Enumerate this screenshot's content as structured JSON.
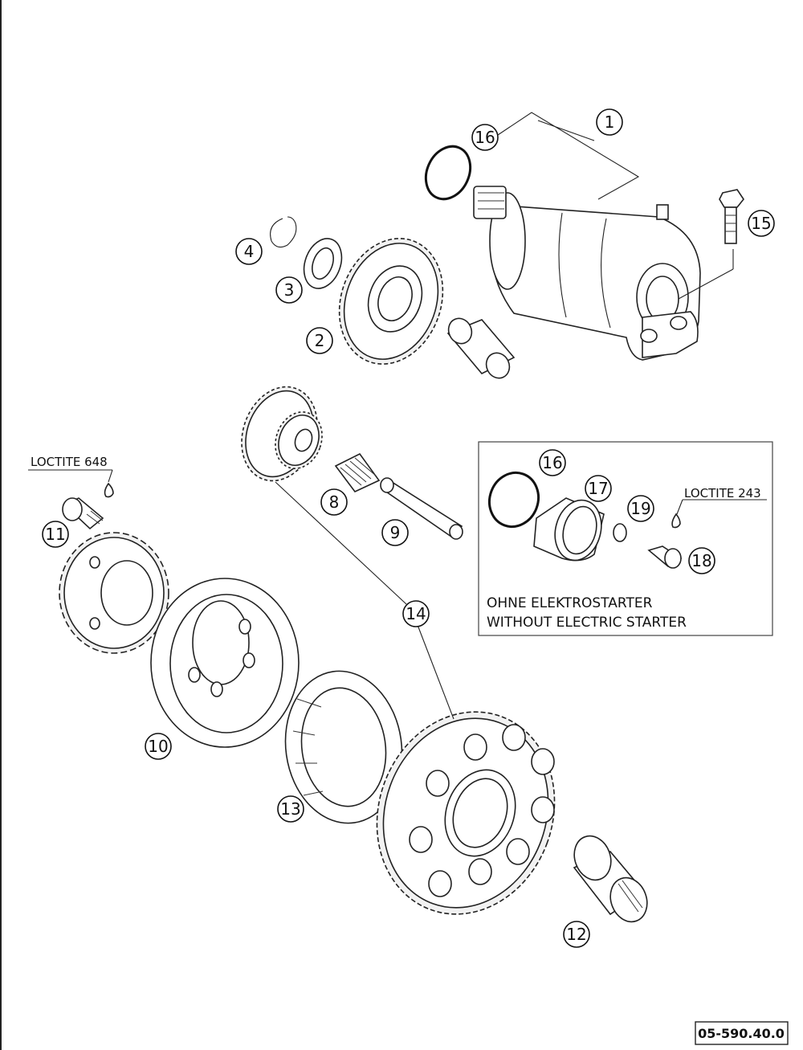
{
  "callouts": {
    "c1": "1",
    "c2": "2",
    "c3": "3",
    "c4": "4",
    "c8": "8",
    "c9": "9",
    "c10": "10",
    "c11": "11",
    "c12": "12",
    "c13": "13",
    "c14": "14",
    "c15": "15",
    "c16a": "16",
    "c16b": "16",
    "c17": "17",
    "c18": "18",
    "c19": "19"
  },
  "notes": {
    "loctite_648": "LOCTITE 648",
    "loctite_243": "LOCTITE 243"
  },
  "inset": {
    "line1": "OHNE ELEKTROSTARTER",
    "line2": "WITHOUT ELECTRIC STARTER"
  },
  "reference": "05-590.40.0"
}
